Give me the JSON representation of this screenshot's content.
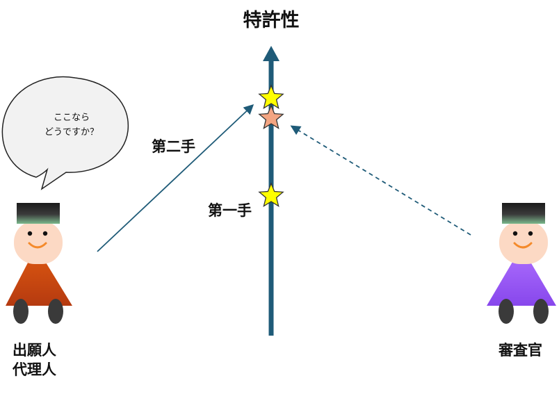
{
  "diagram": {
    "axis_title": "特許性",
    "speech_bubble": {
      "line1": "ここなら",
      "line2": "どうですか？"
    },
    "steps": {
      "second": "第二手",
      "first": "第一手"
    },
    "left_person": {
      "line1": "出願人",
      "line2": "代理人"
    },
    "right_person": {
      "label": "審査官"
    }
  },
  "colors": {
    "axis": "#1f5b78",
    "star_yellow": "#ffff00",
    "star_salmon": "#f4a582",
    "left_body": "#c94412",
    "right_body": "#9b55f5",
    "face": "#fcd9c4",
    "hat": "#2e2e2e",
    "feet": "#3a3a3a"
  },
  "icons": [
    "star-icon",
    "person-icon",
    "speech-bubble-icon",
    "arrow-icon"
  ]
}
